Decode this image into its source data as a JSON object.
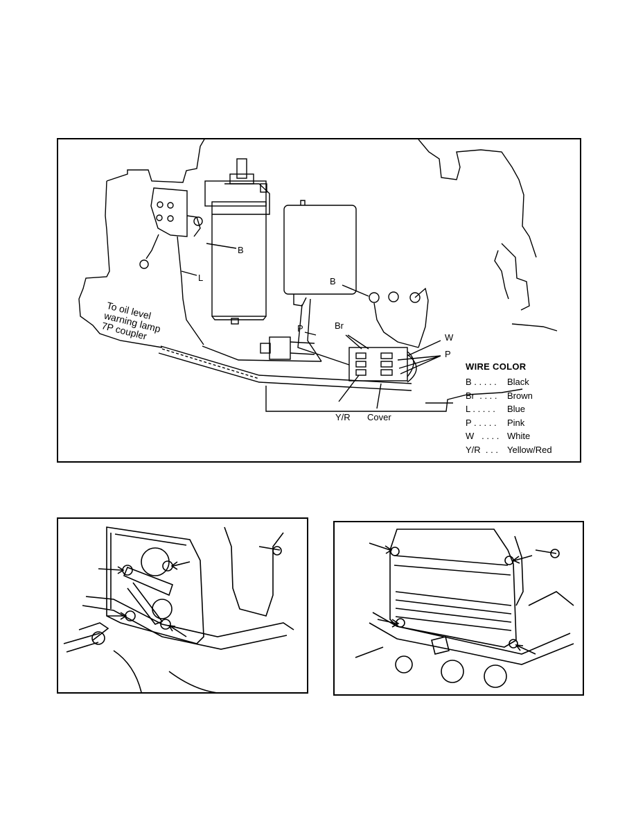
{
  "diagram": {
    "callouts": {
      "b_upper": "B",
      "l": "L",
      "b_lower": "B",
      "p_left": "P",
      "br": "Br",
      "w": "W",
      "p_right": "P",
      "yr": "Y/R",
      "cover": "Cover"
    },
    "oil_note": {
      "line1": "To oil level",
      "line2": "warning lamp",
      "line3": "7P coupler"
    },
    "legend": {
      "title": "WIRE COLOR",
      "rows": [
        {
          "code": "B . . . . .",
          "color": "Black"
        },
        {
          "code": "Br  . . . .",
          "color": "Brown"
        },
        {
          "code": "L . . . . .",
          "color": "Blue"
        },
        {
          "code": "P . . . . .",
          "color": "Pink"
        },
        {
          "code": "W   . . . .",
          "color": "White"
        },
        {
          "code": "Y/R  . . .",
          "color": "Yellow/Red"
        }
      ]
    }
  }
}
